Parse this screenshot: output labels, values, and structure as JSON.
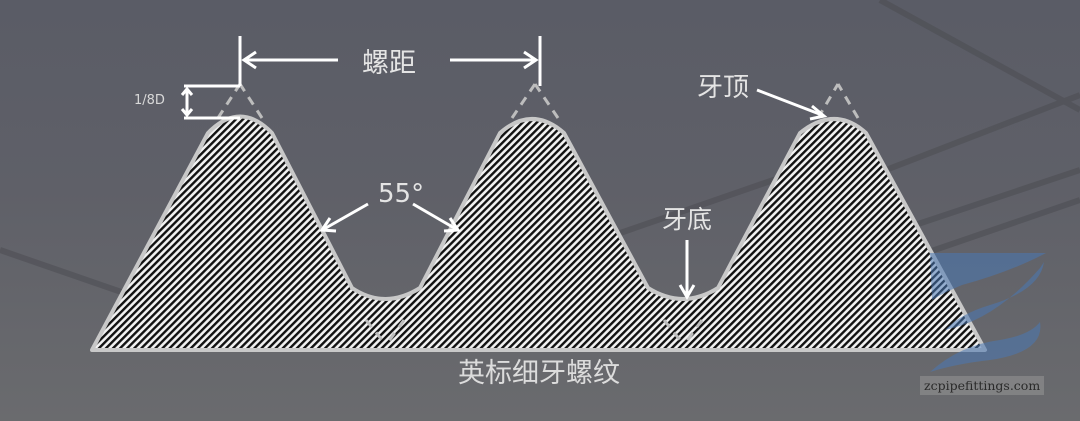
{
  "diagram": {
    "title": "英标细牙螺纹",
    "labels": {
      "pitch": "螺距",
      "eighth_depth": "1/8D",
      "angle": "55°",
      "crest": "牙顶",
      "root": "牙底"
    },
    "watermark": "zcpipefittings.com",
    "colors": {
      "background": "#5e6068",
      "outline": "#c8c8c8",
      "hatch_dark": "#111111",
      "hatch_light": "#f2f2f2",
      "annotation": "#ffffff",
      "logo_blue": "#4a78b4"
    }
  }
}
